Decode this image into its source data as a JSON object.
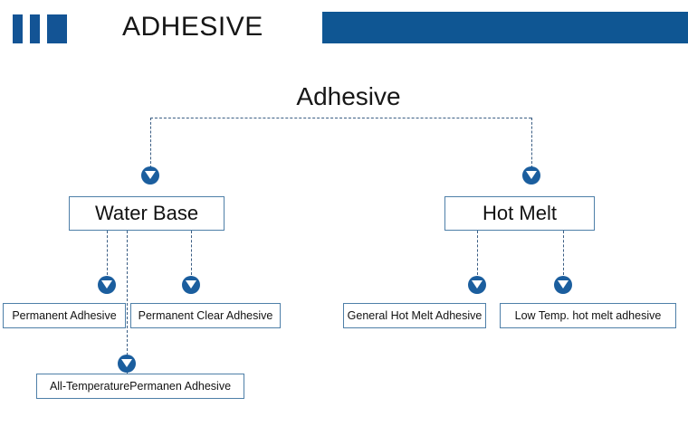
{
  "header": {
    "title": "ADHESIVE",
    "logo_icon": "three-vertical-bars-logo",
    "brand_color": "#135495",
    "bar_color": "#0F5693"
  },
  "diagram": {
    "type": "tree",
    "accent_color": "#1B5E9E",
    "box_border_color": "#4E7FA8",
    "connector_color": "#3B5E84",
    "root": {
      "label": "Adhesive"
    },
    "level1": [
      {
        "id": "water-base",
        "label": "Water Base"
      },
      {
        "id": "hot-melt",
        "label": "Hot Melt"
      }
    ],
    "level2": [
      {
        "id": "permanent-adhesive",
        "label": "Permanent Adhesive",
        "parent": "water-base"
      },
      {
        "id": "permanent-clear-adhesive",
        "label": "Permanent Clear Adhesive",
        "parent": "water-base"
      },
      {
        "id": "general-hot-melt",
        "label": "General Hot Melt Adhesive",
        "parent": "hot-melt"
      },
      {
        "id": "low-temp-hot-melt",
        "label": "Low Temp. hot melt adhesive",
        "parent": "hot-melt"
      }
    ],
    "level3": [
      {
        "id": "all-temperature",
        "label": "All-TemperaturePermanen Adhesive",
        "parent": "water-base"
      }
    ],
    "marker_icon": "down-arrow-circle-icon"
  }
}
